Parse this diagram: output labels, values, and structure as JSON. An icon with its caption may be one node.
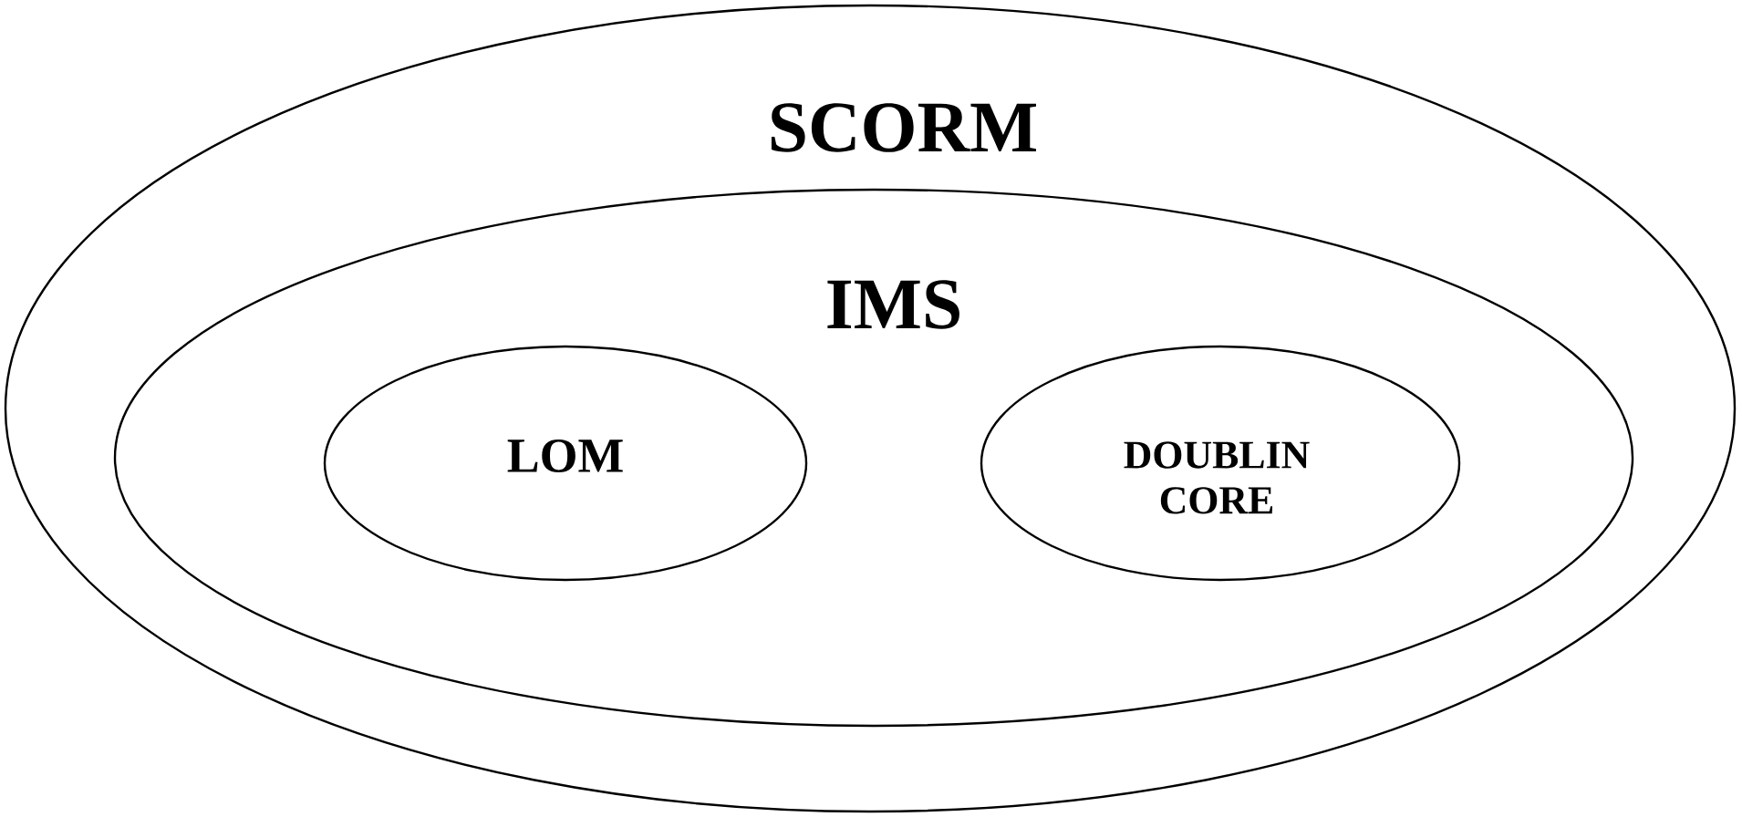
{
  "diagram": {
    "nodes": [
      {
        "text": [
          "SCORM"
        ]
      },
      {
        "text": [
          "IMS"
        ],
        "in": 0
      },
      {
        "text": [
          "LOM"
        ],
        "in": 1
      },
      {
        "text": [
          "DOUBLIN CORE"
        ],
        "in": 1
      }
    ]
  }
}
